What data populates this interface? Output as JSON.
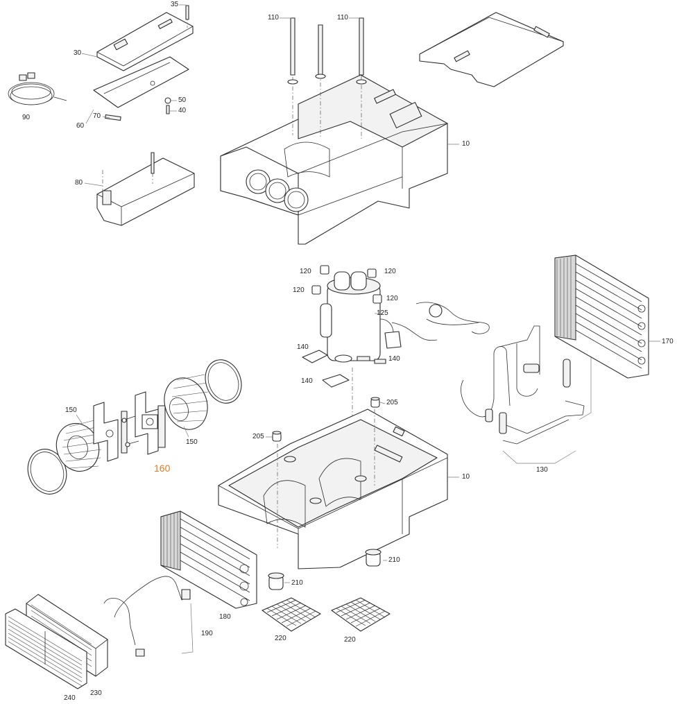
{
  "labels": {
    "p10_top": "10",
    "p10_bottom": "10",
    "p30": "30",
    "p35": "35",
    "p40": "40",
    "p50": "50",
    "p60": "60",
    "p70": "70",
    "p80": "80",
    "p90": "90",
    "p110_left": "110",
    "p110_right": "110",
    "p120_a": "120",
    "p120_b": "120",
    "p120_c": "120",
    "p120_d": "120",
    "p125": "125",
    "p130": "130",
    "p140_a": "140",
    "p140_b": "140",
    "p140_c": "140",
    "p150_left": "150",
    "p150_right": "150",
    "p160": "160",
    "p170": "170",
    "p180": "180",
    "p190": "190",
    "p205_left": "205",
    "p205_right": "205",
    "p210_left": "210",
    "p210_right": "210",
    "p220_left": "220",
    "p220_right": "220",
    "p230": "230",
    "p240": "240"
  },
  "colors": {
    "line": "#2b2b2b",
    "highlight_label": "#e07a1e",
    "background": "#ffffff"
  }
}
